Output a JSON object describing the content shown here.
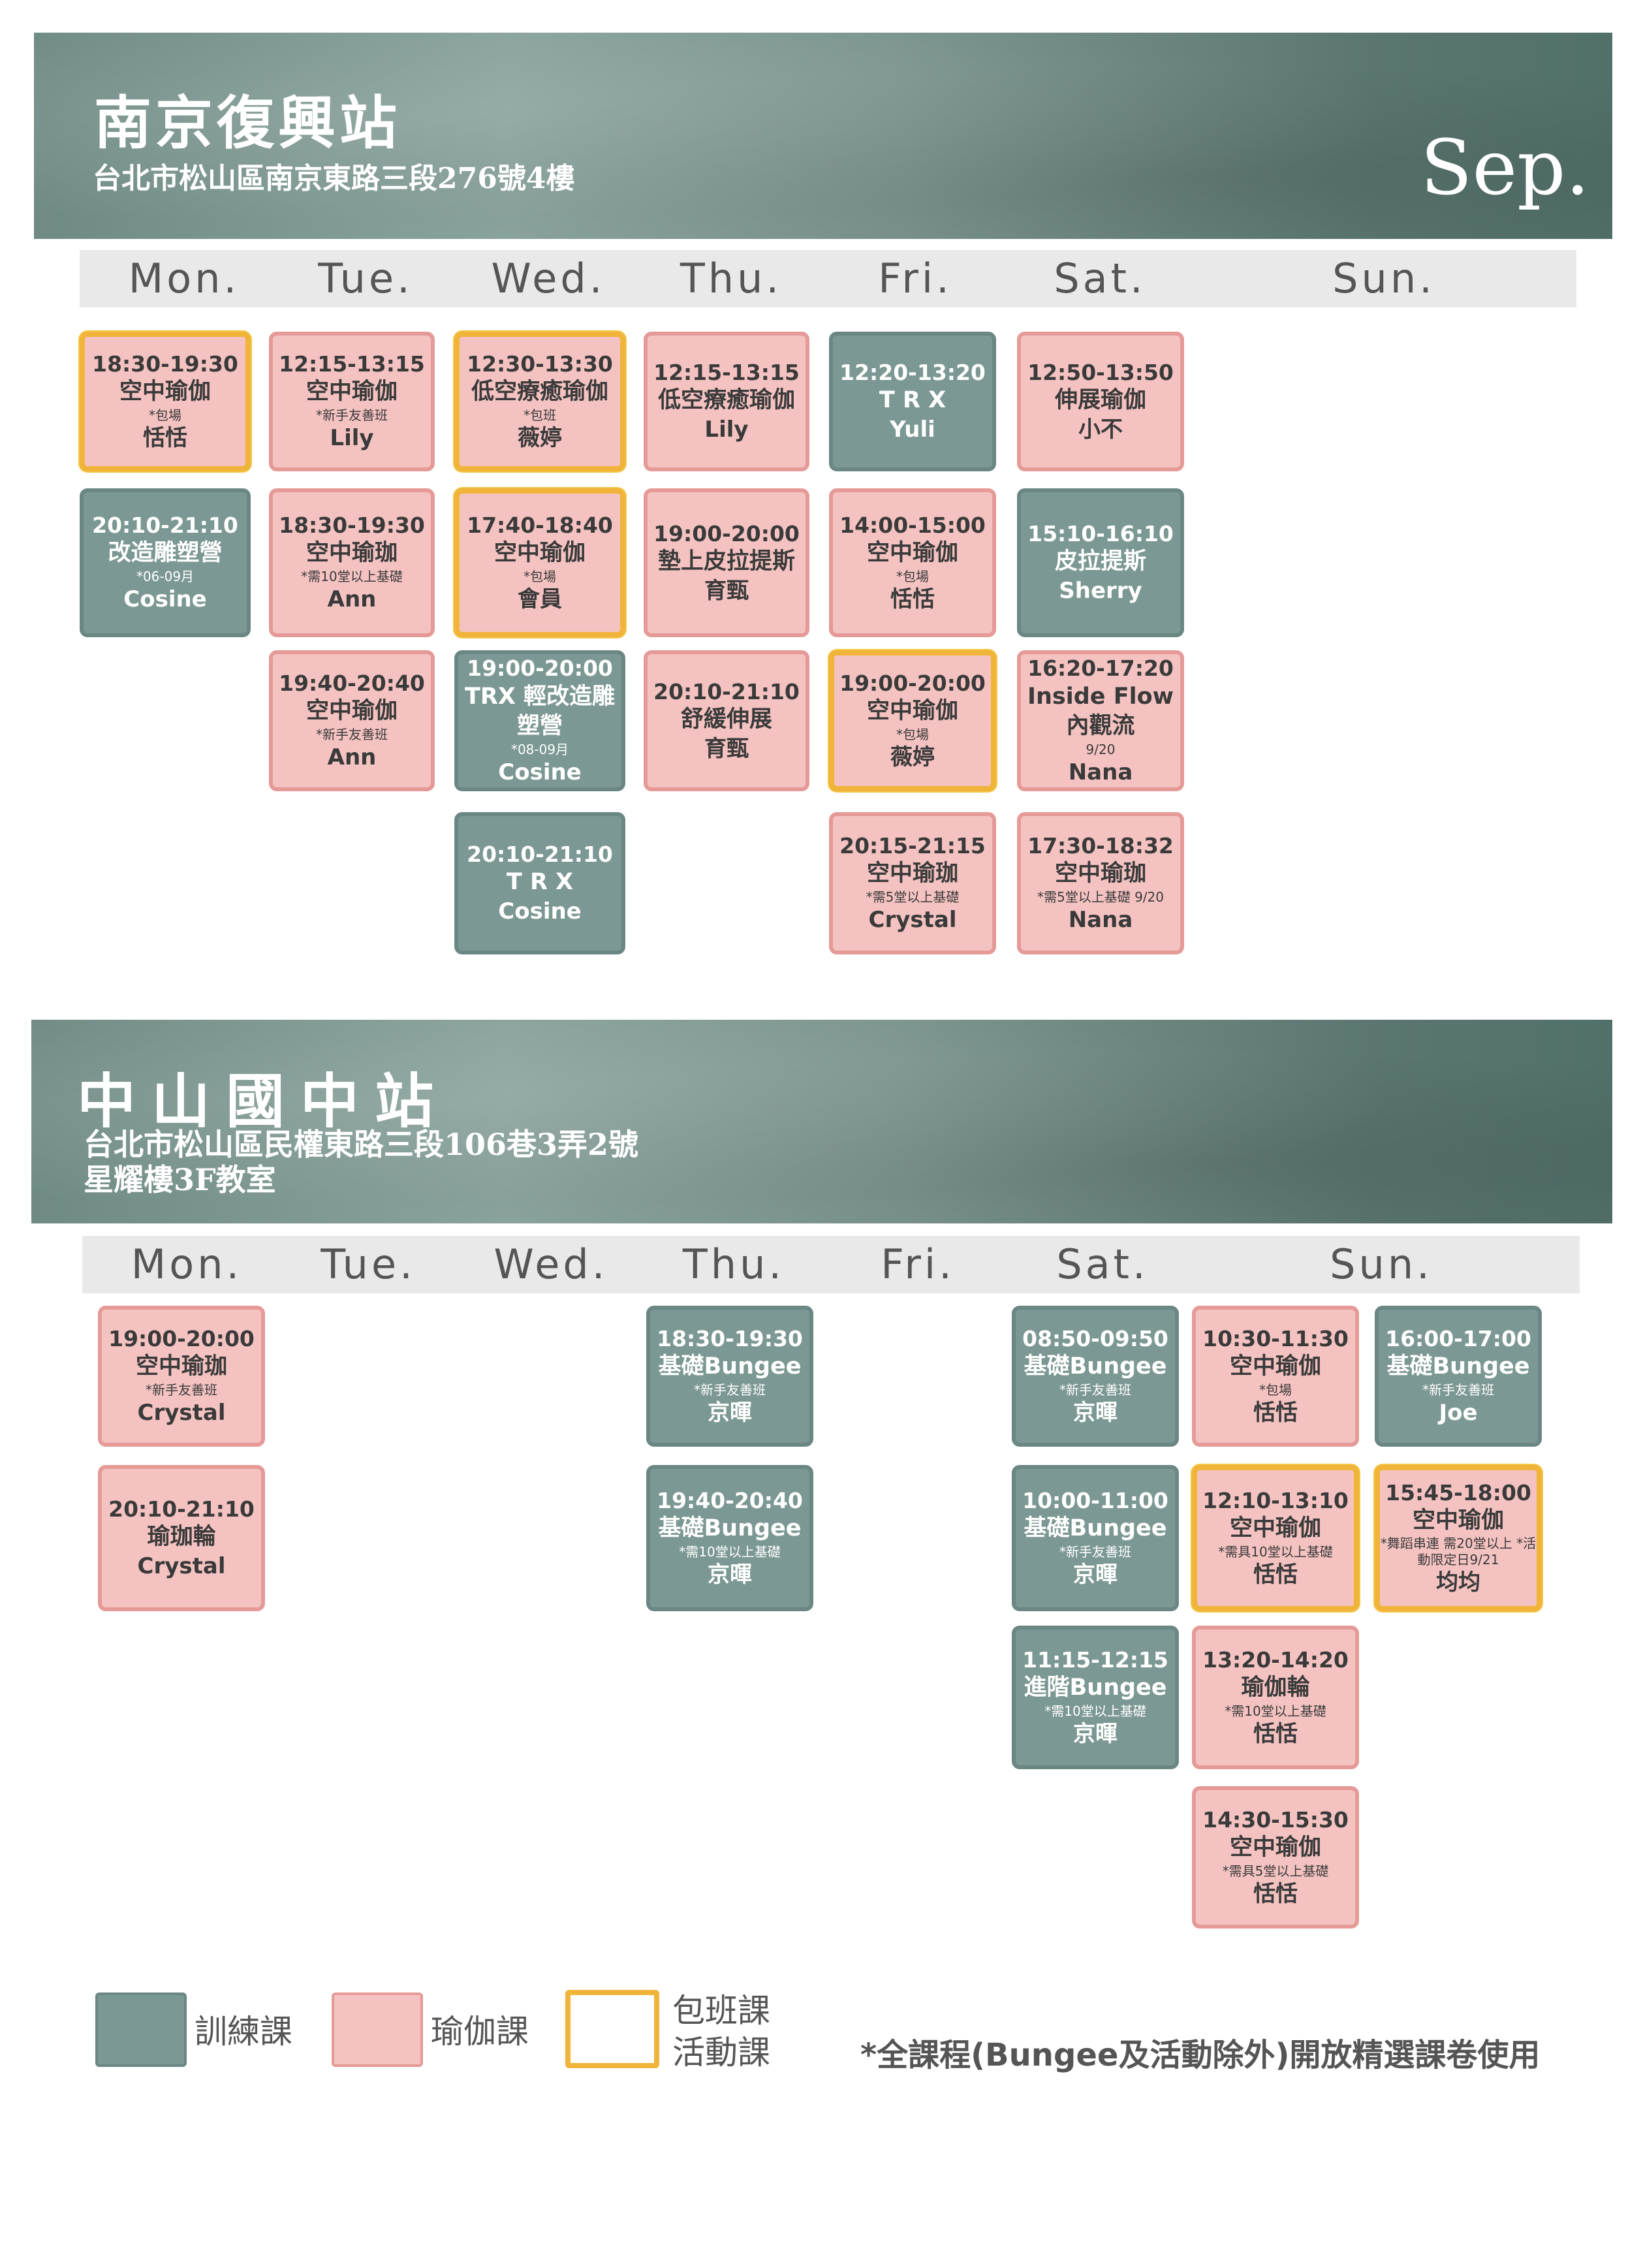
{
  "stations": [
    {
      "name": "南京復興站",
      "address_lines": [
        "台北市松山區南京東路三段276號4樓"
      ],
      "month": "Sep.",
      "days": [
        "Mon.",
        "Tue.",
        "Wed.",
        "Thu.",
        "Fri.",
        "Sat.",
        "Sun."
      ]
    },
    {
      "name": "中山國中站",
      "address_lines": [
        "台北市松山區民權東路三段106巷3弄2號",
        "星耀樓3F教室"
      ],
      "days": [
        "Mon.",
        "Tue.",
        "Wed.",
        "Thu.",
        "Fri.",
        "Sat.",
        "Sun."
      ]
    }
  ],
  "legend": {
    "training": "訓練課",
    "yoga": "瑜伽課",
    "event_lines": [
      "包班課",
      "活動課"
    ],
    "note": "*全課程(Bungee及活動除外)開放精選課卷使用"
  },
  "colors": {
    "training": "#7c9894",
    "yoga": "#f4c3c1",
    "event": "#f0b43a"
  },
  "classes": [
    {
      "station": 0,
      "day": "Mon.",
      "kind": "yoga",
      "event": true,
      "time": "18:30-19:30",
      "name": "空中瑜伽",
      "note": "*包場",
      "instructor": "恬恬"
    },
    {
      "station": 0,
      "day": "Mon.",
      "kind": "train",
      "event": false,
      "time": "20:10-21:10",
      "name": "改造雕塑營",
      "note": "*06-09月",
      "instructor": "Cosine"
    },
    {
      "station": 0,
      "day": "Tue.",
      "kind": "yoga",
      "event": false,
      "time": "12:15-13:15",
      "name": "空中瑜伽",
      "note": "*新手友善班",
      "instructor": "Lily"
    },
    {
      "station": 0,
      "day": "Tue.",
      "kind": "yoga",
      "event": false,
      "time": "18:30-19:30",
      "name": "空中瑜珈",
      "note": "*需10堂以上基礎",
      "instructor": "Ann"
    },
    {
      "station": 0,
      "day": "Tue.",
      "kind": "yoga",
      "event": false,
      "time": "19:40-20:40",
      "name": "空中瑜伽",
      "note": "*新手友善班",
      "instructor": "Ann"
    },
    {
      "station": 0,
      "day": "Wed.",
      "kind": "yoga",
      "event": true,
      "time": "12:30-13:30",
      "name": "低空療癒瑜伽",
      "note": "*包班",
      "instructor": "薇婷"
    },
    {
      "station": 0,
      "day": "Wed.",
      "kind": "yoga",
      "event": true,
      "time": "17:40-18:40",
      "name": "空中瑜伽",
      "note": "*包場",
      "instructor": "會員"
    },
    {
      "station": 0,
      "day": "Wed.",
      "kind": "train",
      "event": false,
      "time": "19:00-20:00",
      "name": "TRX 輕改造雕塑營",
      "note": "*08-09月",
      "instructor": "Cosine"
    },
    {
      "station": 0,
      "day": "Wed.",
      "kind": "train",
      "event": false,
      "time": "20:10-21:10",
      "name": "T R X",
      "note": "",
      "instructor": "Cosine"
    },
    {
      "station": 0,
      "day": "Thu.",
      "kind": "yoga",
      "event": false,
      "time": "12:15-13:15",
      "name": "低空療癒瑜伽",
      "note": "",
      "instructor": "Lily"
    },
    {
      "station": 0,
      "day": "Thu.",
      "kind": "yoga",
      "event": false,
      "time": "19:00-20:00",
      "name": "墊上皮拉提斯",
      "note": "",
      "instructor": "育甄"
    },
    {
      "station": 0,
      "day": "Thu.",
      "kind": "yoga",
      "event": false,
      "time": "20:10-21:10",
      "name": "舒緩伸展",
      "note": "",
      "instructor": "育甄"
    },
    {
      "station": 0,
      "day": "Fri.",
      "kind": "train",
      "event": false,
      "time": "12:20-13:20",
      "name": "T R X",
      "note": "",
      "instructor": "Yuli"
    },
    {
      "station": 0,
      "day": "Fri.",
      "kind": "yoga",
      "event": false,
      "time": "14:00-15:00",
      "name": "空中瑜伽",
      "note": "*包場",
      "instructor": "恬恬"
    },
    {
      "station": 0,
      "day": "Fri.",
      "kind": "yoga",
      "event": true,
      "time": "19:00-20:00",
      "name": "空中瑜伽",
      "note": "*包場",
      "instructor": "薇婷"
    },
    {
      "station": 0,
      "day": "Fri.",
      "kind": "yoga",
      "event": false,
      "time": "20:15-21:15",
      "name": "空中瑜珈",
      "note": "*需5堂以上基礎",
      "instructor": "Crystal"
    },
    {
      "station": 0,
      "day": "Sat.",
      "kind": "yoga",
      "event": false,
      "time": "12:50-13:50",
      "name": "伸展瑜伽",
      "note": "",
      "instructor": "小不"
    },
    {
      "station": 0,
      "day": "Sat.",
      "kind": "train",
      "event": false,
      "time": "15:10-16:10",
      "name": "皮拉提斯",
      "note": "",
      "instructor": "Sherry"
    },
    {
      "station": 0,
      "day": "Sat.",
      "kind": "yoga",
      "event": false,
      "time": "16:20-17:20",
      "name": "Inside Flow 內觀流",
      "note": "9/20",
      "instructor": "Nana"
    },
    {
      "station": 0,
      "day": "Sat.",
      "kind": "yoga",
      "event": false,
      "time": "17:30-18:32",
      "name": "空中瑜珈",
      "note": "*需5堂以上基礎 9/20",
      "instructor": "Nana"
    },
    {
      "station": 1,
      "day": "Mon.",
      "kind": "yoga",
      "event": false,
      "time": "19:00-20:00",
      "name": "空中瑜珈",
      "note": "*新手友善班",
      "instructor": "Crystal"
    },
    {
      "station": 1,
      "day": "Mon.",
      "kind": "yoga",
      "event": false,
      "time": "20:10-21:10",
      "name": "瑜珈輪",
      "note": "",
      "instructor": "Crystal"
    },
    {
      "station": 1,
      "day": "Thu.",
      "kind": "train",
      "event": false,
      "time": "18:30-19:30",
      "name": "基礎Bungee",
      "note": "*新手友善班",
      "instructor": "京暉"
    },
    {
      "station": 1,
      "day": "Thu.",
      "kind": "train",
      "event": false,
      "time": "19:40-20:40",
      "name": "基礎Bungee",
      "note": "*需10堂以上基礎",
      "instructor": "京暉"
    },
    {
      "station": 1,
      "day": "Sat.",
      "kind": "train",
      "event": false,
      "time": "08:50-09:50",
      "name": "基礎Bungee",
      "note": "*新手友善班",
      "instructor": "京暉"
    },
    {
      "station": 1,
      "day": "Sat.",
      "kind": "train",
      "event": false,
      "time": "10:00-11:00",
      "name": "基礎Bungee",
      "note": "*新手友善班",
      "instructor": "京暉"
    },
    {
      "station": 1,
      "day": "Sat.",
      "kind": "train",
      "event": false,
      "time": "11:15-12:15",
      "name": "進階Bungee",
      "note": "*需10堂以上基礎",
      "instructor": "京暉"
    },
    {
      "station": 1,
      "day": "Sun.",
      "kind": "yoga",
      "event": false,
      "time": "10:30-11:30",
      "name": "空中瑜伽",
      "note": "*包場",
      "instructor": "恬恬"
    },
    {
      "station": 1,
      "day": "Sun.",
      "kind": "yoga",
      "event": true,
      "time": "12:10-13:10",
      "name": "空中瑜伽",
      "note": "*需具10堂以上基礎",
      "instructor": "恬恬"
    },
    {
      "station": 1,
      "day": "Sun.",
      "kind": "yoga",
      "event": false,
      "time": "13:20-14:20",
      "name": "瑜伽輪",
      "note": "*需10堂以上基礎",
      "instructor": "恬恬"
    },
    {
      "station": 1,
      "day": "Sun.",
      "kind": "yoga",
      "event": false,
      "time": "14:30-15:30",
      "name": "空中瑜伽",
      "note": "*需具5堂以上基礎",
      "instructor": "恬恬"
    },
    {
      "station": 1,
      "day": "Sun.",
      "kind": "train",
      "event": false,
      "time": "16:00-17:00",
      "name": "基礎Bungee",
      "note": "*新手友善班",
      "instructor": "Joe"
    },
    {
      "station": 1,
      "day": "Sun.",
      "kind": "yoga",
      "event": true,
      "time": "15:45-18:00",
      "name": "空中瑜伽",
      "note": "*舞蹈串連 需20堂以上 *活動限定日9/21",
      "instructor": "均均"
    }
  ]
}
